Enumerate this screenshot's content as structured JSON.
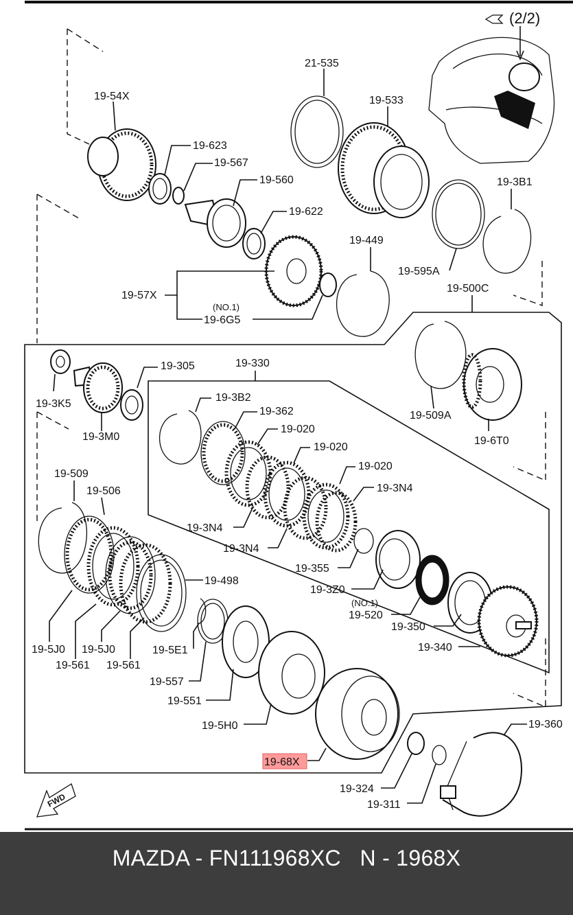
{
  "diagram": {
    "page_ref": "(2/2)",
    "fwd_label": "FWD",
    "callouts": [
      "19-54X",
      "21-535",
      "19-533",
      "19-623",
      "19-567",
      "19-560",
      "19-622",
      "19-449",
      "19-3B1",
      "19-595A",
      "19-500C",
      "19-57X",
      "(NO.1)",
      "19-6G5",
      "19-305",
      "19-3K5",
      "19-3M0",
      "19-330",
      "19-3B2",
      "19-362",
      "19-020",
      "19-020",
      "19-020",
      "19-3N4",
      "19-509A",
      "19-6T0",
      "19-509",
      "19-506",
      "19-3N4",
      "19-3N4",
      "19-355",
      "19-3Z0",
      "(NO.1)",
      "19-520",
      "19-498",
      "19-350",
      "19-340",
      "19-5J0",
      "19-5J0",
      "19-561",
      "19-561",
      "19-5E1",
      "19-557",
      "19-551",
      "19-5H0",
      "19-68X",
      "19-360",
      "19-324",
      "19-311"
    ],
    "highlighted_callout": "19-68X",
    "highlight_color": "#ff9a9a"
  },
  "footer": {
    "text": "MAZDA - FN111968XC   N - 1968X",
    "background": "#3d3d3d",
    "color": "#ffffff"
  }
}
